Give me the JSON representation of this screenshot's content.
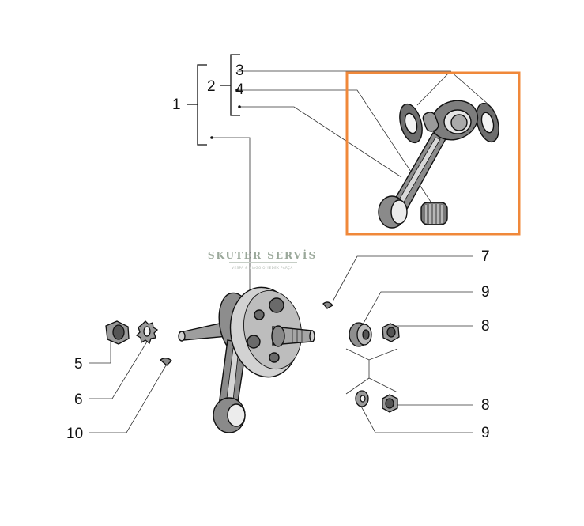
{
  "watermark": {
    "title": "SKUTER SERVİS",
    "subtitle": "VESPA & PIAGGIO YEDEK PARÇA",
    "color": "#9aa89a"
  },
  "highlight": {
    "color": "#f0883a"
  },
  "callouts": [
    {
      "id": "1",
      "label": "1"
    },
    {
      "id": "2",
      "label": "2"
    },
    {
      "id": "3",
      "label": "3"
    },
    {
      "id": "4",
      "label": "4"
    },
    {
      "id": "5",
      "label": "5"
    },
    {
      "id": "6",
      "label": "6"
    },
    {
      "id": "7",
      "label": "7"
    },
    {
      "id": "8a",
      "label": "8"
    },
    {
      "id": "8b",
      "label": "8"
    },
    {
      "id": "9a",
      "label": "9"
    },
    {
      "id": "9b",
      "label": "9"
    },
    {
      "id": "10",
      "label": "10"
    }
  ]
}
